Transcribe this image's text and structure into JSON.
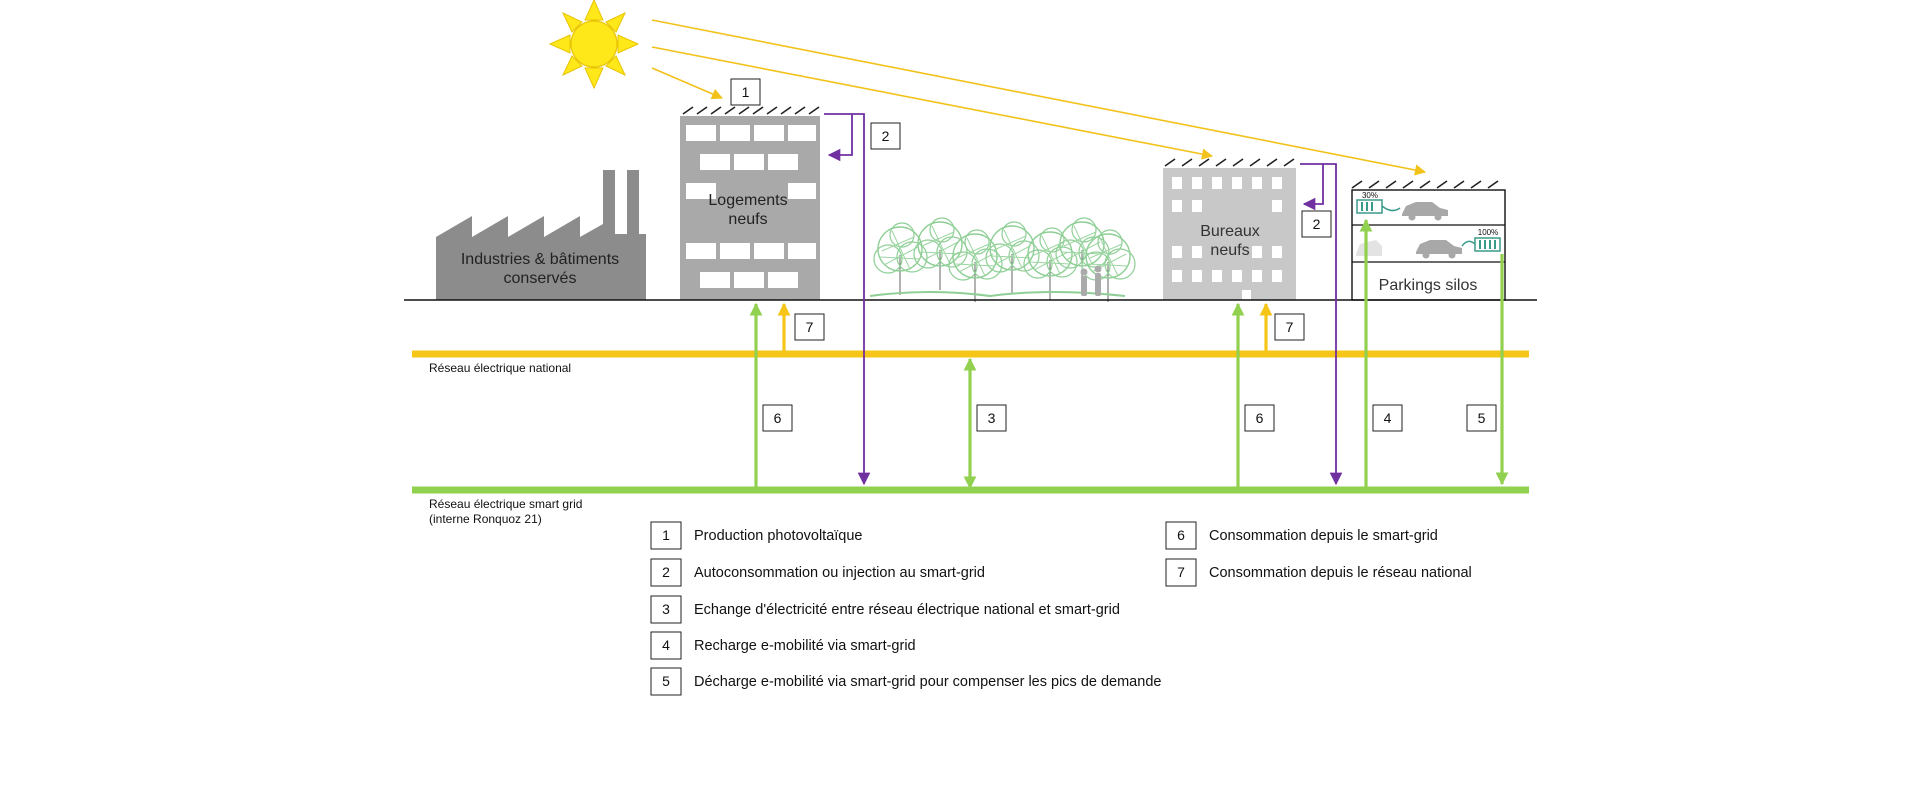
{
  "buildings": {
    "industries_line1": "Industries & bâtiments",
    "industries_line2": "conservés",
    "logements_line1": "Logements",
    "logements_line2": "neufs",
    "bureaux_line1": "Bureaux",
    "bureaux_line2": "neufs",
    "parkings": "Parkings silos"
  },
  "battery": {
    "low": "30%",
    "full": "100%"
  },
  "networks": {
    "national": "Réseau électrique national",
    "smart_line1": "Réseau électrique smart grid",
    "smart_line2": "(interne Ronquoz 21)"
  },
  "flow_markers": [
    "1",
    "2",
    "2",
    "7",
    "7",
    "6",
    "3",
    "6",
    "4",
    "5"
  ],
  "legend": [
    {
      "num": "1",
      "text": "Production photovoltaïque"
    },
    {
      "num": "2",
      "text": "Autoconsommation ou injection au smart-grid"
    },
    {
      "num": "3",
      "text": "Echange d'électricité entre réseau électrique national et smart-grid"
    },
    {
      "num": "4",
      "text": "Recharge e-mobilité via smart-grid"
    },
    {
      "num": "5",
      "text": "Décharge e-mobilité via smart-grid pour compenser les pics de demande"
    },
    {
      "num": "6",
      "text": "Consommation depuis le smart-grid"
    },
    {
      "num": "7",
      "text": "Consommation depuis le réseau national"
    }
  ],
  "colors": {
    "sun": "#ffe81a",
    "sun_outline": "#e8c400",
    "solar_ray": "#f2c21a",
    "national_grid": "#f5c518",
    "smart_grid": "#92d050",
    "self_consumption": "#7030a0",
    "building_dark": "#8c8c8c",
    "building_light": "#c8c8c8",
    "trees": "#8fcf96",
    "charger": "#3a9a8a"
  }
}
